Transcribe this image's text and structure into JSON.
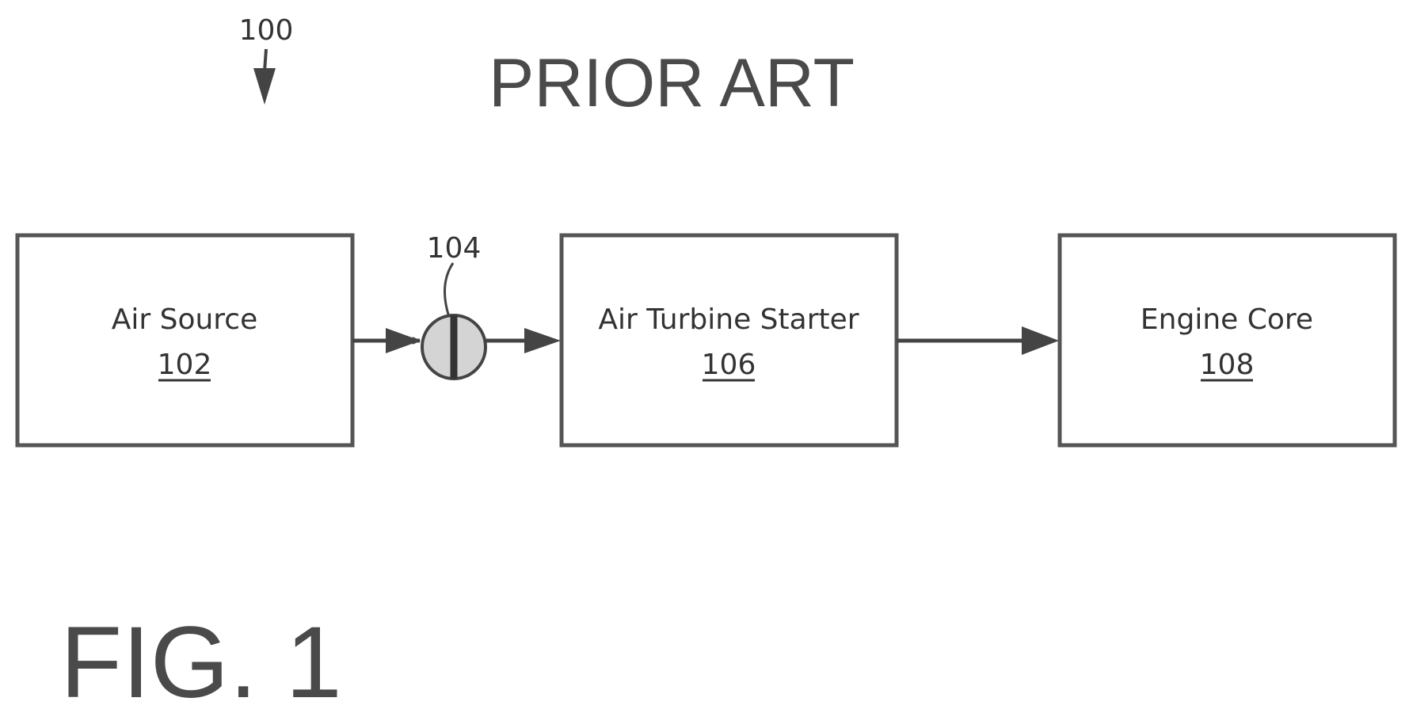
{
  "figure": {
    "reference_numeral": "100",
    "prior_art_label": "PRIOR ART",
    "figure_label": "FIG. 1"
  },
  "valve": {
    "numeral": "104"
  },
  "blocks": [
    {
      "name": "Air Source",
      "numeral": "102"
    },
    {
      "name": "Air Turbine Starter",
      "numeral": "106"
    },
    {
      "name": "Engine Core",
      "numeral": "108"
    }
  ],
  "colors": {
    "line": "#444444",
    "text": "#333333",
    "valve_fill": "#d4d4d4"
  }
}
